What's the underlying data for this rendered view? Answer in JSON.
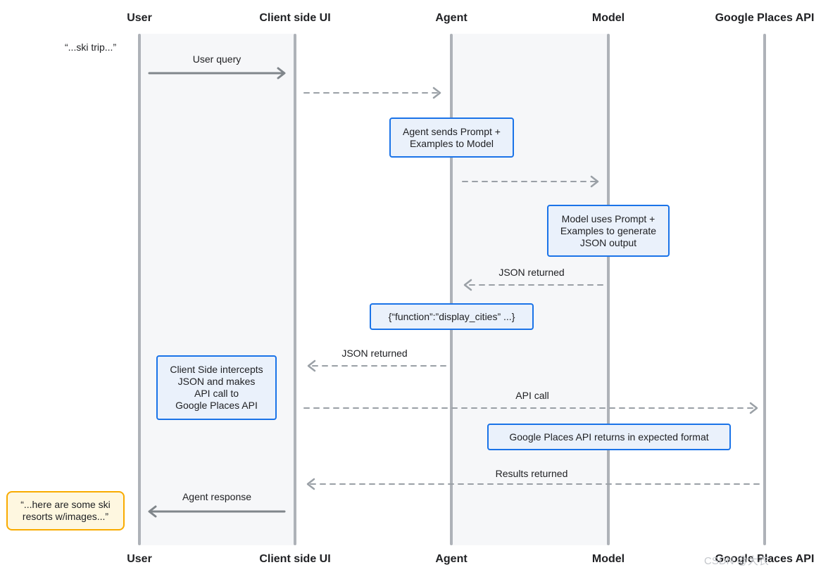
{
  "lifelines": {
    "user": "User",
    "client": "Client side UI",
    "agent": "Agent",
    "model": "Model",
    "places": "Google Places API"
  },
  "user_quote": "“...ski trip...”",
  "messages": {
    "user_query": "User query",
    "json_returned_model": "JSON returned",
    "json_returned_agent": "JSON returned",
    "api_call": "API call",
    "results_returned": "Results returned",
    "agent_response": "Agent response"
  },
  "boxes": {
    "agent_prompt": [
      "Agent sends Prompt +",
      "Examples to Model"
    ],
    "model_generate": [
      "Model uses Prompt +",
      "Examples to generate",
      "JSON output"
    ],
    "function_json": [
      "{“function”:”display_cities” ...}"
    ],
    "client_intercept": [
      "Client Side intercepts",
      "JSON and makes",
      "API call to",
      "Google Places API"
    ],
    "places_returns": [
      "Google Places API returns in expected format"
    ]
  },
  "response_note": [
    "“...here are some ski",
    "resorts w/images...”"
  ],
  "watermark": "CSDN @大衣",
  "colors": {
    "box_border": "#1a73e8",
    "box_fill": "#eaf1fb",
    "note_border": "#f9ab00",
    "note_fill": "#fef7e0",
    "lifeline": "#aeb2b8",
    "arrow": "#9aa0a6",
    "solid_arrow": "#80868b"
  }
}
